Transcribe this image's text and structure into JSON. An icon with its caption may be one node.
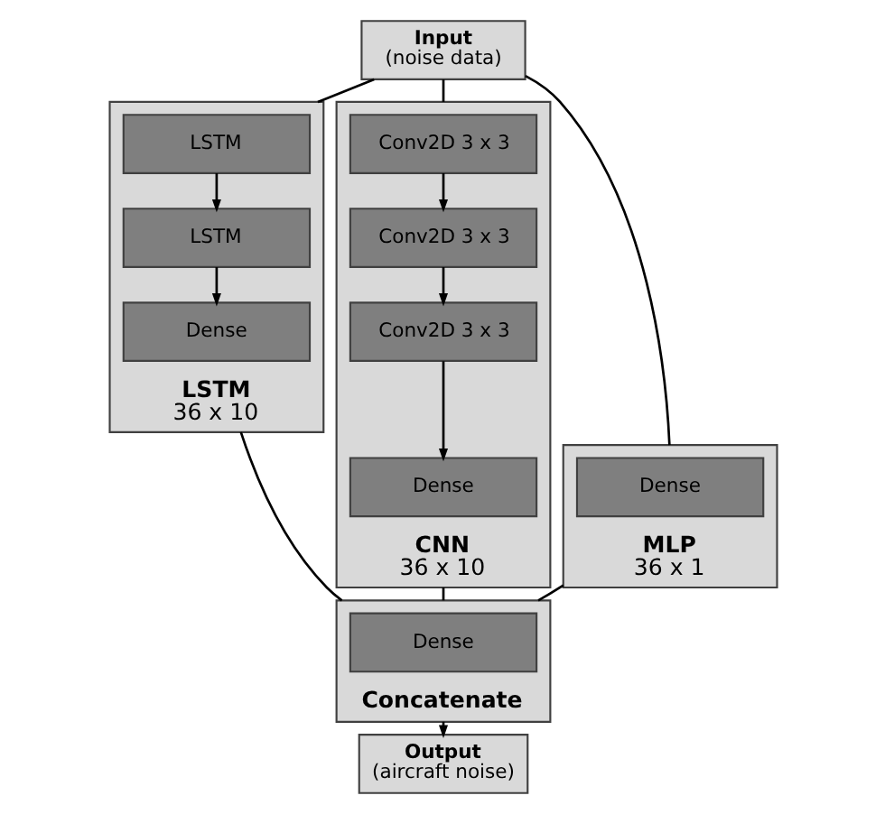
{
  "diagram": {
    "nodes": [
      {
        "text": [
          "Input",
          "(noise data)"
        ]
      },
      {
        "text": [
          "MLP",
          "36 x 1"
        ]
      },
      {
        "text": [
          "Dense"
        ],
        "in": 1
      },
      {
        "text": [
          "LSTM",
          "36 x 10"
        ]
      },
      {
        "text": [
          "LSTM"
        ],
        "in": 3
      },
      {
        "text": [
          "LSTM"
        ],
        "in": 3
      },
      {
        "text": [
          "Dense"
        ],
        "in": 3
      },
      {
        "text": [
          "CNN",
          "36 x 10"
        ]
      },
      {
        "text": [
          "Conv2D 3 x 3"
        ],
        "in": 7
      },
      {
        "text": [
          "Conv2D 3 x 3"
        ],
        "in": 7
      },
      {
        "text": [
          "Conv2D 3 x 3"
        ],
        "in": 7
      },
      {
        "text": [
          "Dense"
        ],
        "in": 7
      },
      {
        "text": [
          "Concatenate"
        ]
      },
      {
        "text": [
          "Dense"
        ],
        "in": 12
      },
      {
        "text": [
          "Output",
          "(aircraft noise)"
        ]
      }
    ],
    "edges": [
      {
        "from": 0,
        "to": 1,
        "arrow": "none"
      },
      {
        "from": 0,
        "to": 3,
        "arrow": "none"
      },
      {
        "from": 0,
        "to": 7,
        "arrow": "none"
      },
      {
        "from": 4,
        "to": 5,
        "arrow": "to"
      },
      {
        "from": 5,
        "to": 6,
        "arrow": "to"
      },
      {
        "from": 8,
        "to": 9,
        "arrow": "to"
      },
      {
        "from": 9,
        "to": 10,
        "arrow": "to"
      },
      {
        "from": 10,
        "to": 11,
        "arrow": "to"
      },
      {
        "from": 1,
        "to": 12,
        "arrow": "none"
      },
      {
        "from": 3,
        "to": 12,
        "arrow": "none"
      },
      {
        "from": 7,
        "to": 12,
        "arrow": "none"
      },
      {
        "from": 12,
        "to": 14,
        "arrow": "to"
      }
    ]
  }
}
